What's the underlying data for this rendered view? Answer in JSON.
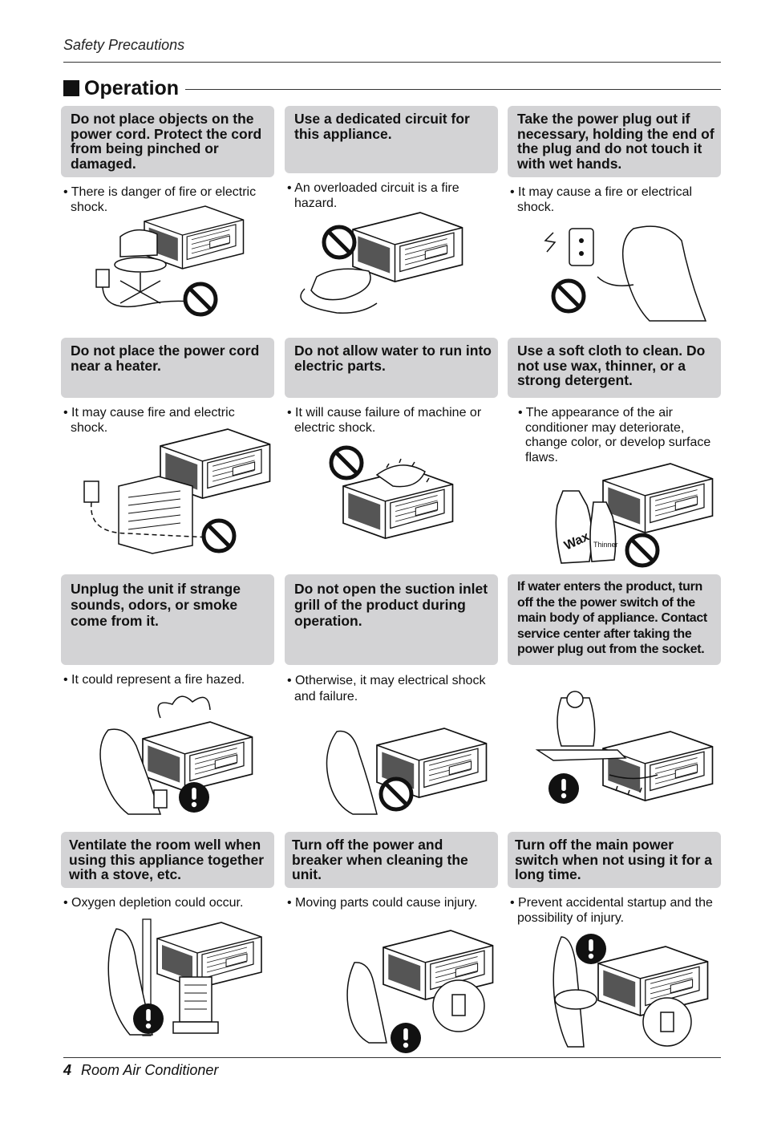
{
  "header": {
    "label": "Safety Precautions"
  },
  "section": {
    "title": "Operation"
  },
  "items": [
    {
      "warning": "Do not place objects on the power cord. Protect the cord from being pinched or damaged.",
      "note": "There is danger of fire or electric shock.",
      "symbol": "prohibited-icon"
    },
    {
      "warning": "Use a dedicated circuit for this appliance.",
      "note": "An overloaded circuit is a fire hazard.",
      "symbol": "prohibited-icon"
    },
    {
      "warning": "Take the power plug out if necessary, holding the end of the plug and do not touch it with wet hands.",
      "note": "It may cause a fire or electrical shock.",
      "symbol": "prohibited-icon"
    },
    {
      "warning": "Do not place the power cord near a heater.",
      "note": "It may cause fire and electric shock.",
      "symbol": "prohibited-icon"
    },
    {
      "warning": "Do not allow water to run into electric parts.",
      "note": "It will cause failure of machine or electric shock.",
      "symbol": "prohibited-icon"
    },
    {
      "warning": "Use a soft cloth to clean. Do not use wax, thinner, or a strong detergent.",
      "note": "The appearance of the air conditioner may deteriorate, change color, or develop surface flaws.",
      "symbol": "prohibited-icon",
      "bottle_labels": [
        "Wax",
        "Thinner"
      ]
    },
    {
      "warning": "Unplug the unit if strange sounds, odors, or smoke come from it.",
      "note": "It could represent a fire hazed.",
      "symbol": "mandatory-icon"
    },
    {
      "warning": "Do not open the suction inlet grill of the product during operation.",
      "note": "Otherwise, it may electrical shock and failure.",
      "symbol": "prohibited-icon"
    },
    {
      "warning": "If water enters the product, turn off the the power switch of the main body of appliance. Contact service center after taking the power plug out from the socket.",
      "note": "",
      "symbol": "mandatory-icon"
    },
    {
      "warning": "Ventilate the room well when using this appliance together with a stove, etc.",
      "note": "Oxygen depletion could occur.",
      "symbol": "mandatory-icon"
    },
    {
      "warning": "Turn off the power and breaker when cleaning the unit.",
      "note": "Moving parts could cause injury.",
      "symbol": "mandatory-icon"
    },
    {
      "warning": "Turn off the main power switch when not using it for a long time.",
      "note": "Prevent accidental startup and the possibility of injury.",
      "symbol": "mandatory-icon"
    }
  ],
  "footer": {
    "page_number": "4",
    "title": "Room Air Conditioner"
  }
}
